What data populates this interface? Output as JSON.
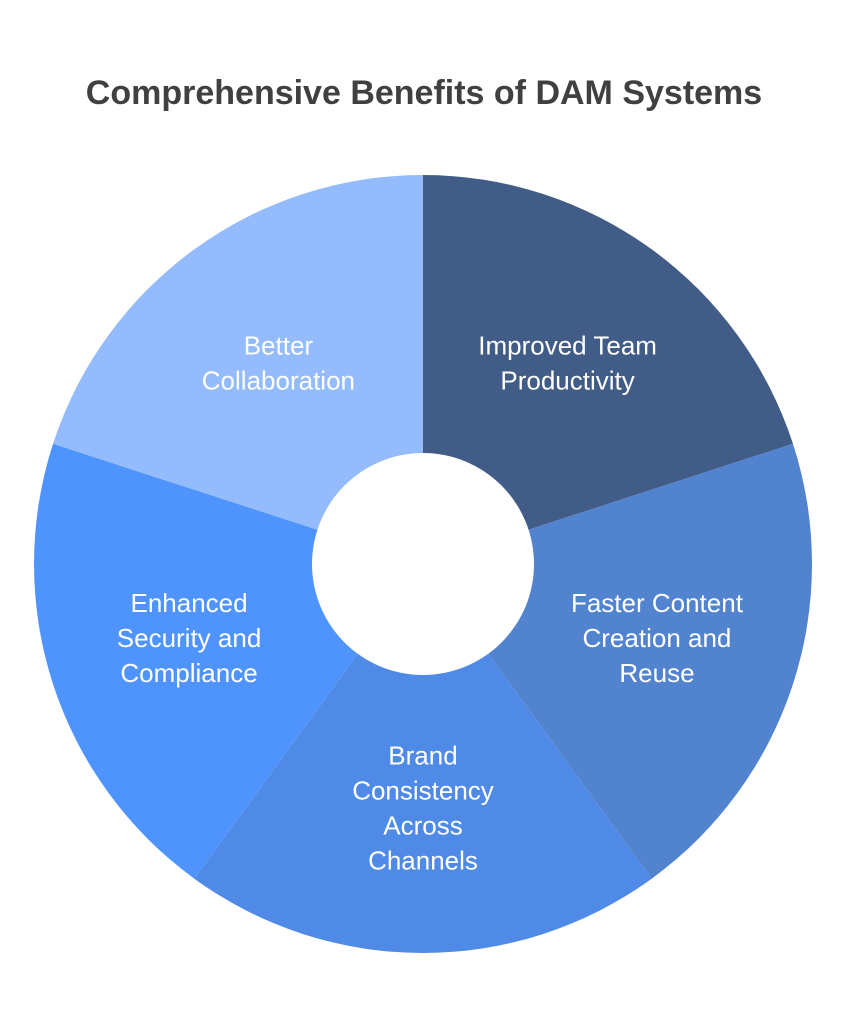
{
  "title": "Comprehensive Benefits of DAM Systems",
  "segments": [
    {
      "lines": [
        "Improved Team",
        "Productivity"
      ],
      "color": "#415c87"
    },
    {
      "lines": [
        "Faster Content",
        "Creation and",
        "Reuse"
      ],
      "color": "#5283cf"
    },
    {
      "lines": [
        "Brand",
        "Consistency",
        "Across",
        "Channels"
      ],
      "color": "#4f8ae6"
    },
    {
      "lines": [
        "Enhanced",
        "Security and",
        "Compliance"
      ],
      "color": "#4f94fc"
    },
    {
      "lines": [
        "Better",
        "Collaboration"
      ],
      "color": "#94bbfc"
    }
  ],
  "center_color": "#ffffff"
}
